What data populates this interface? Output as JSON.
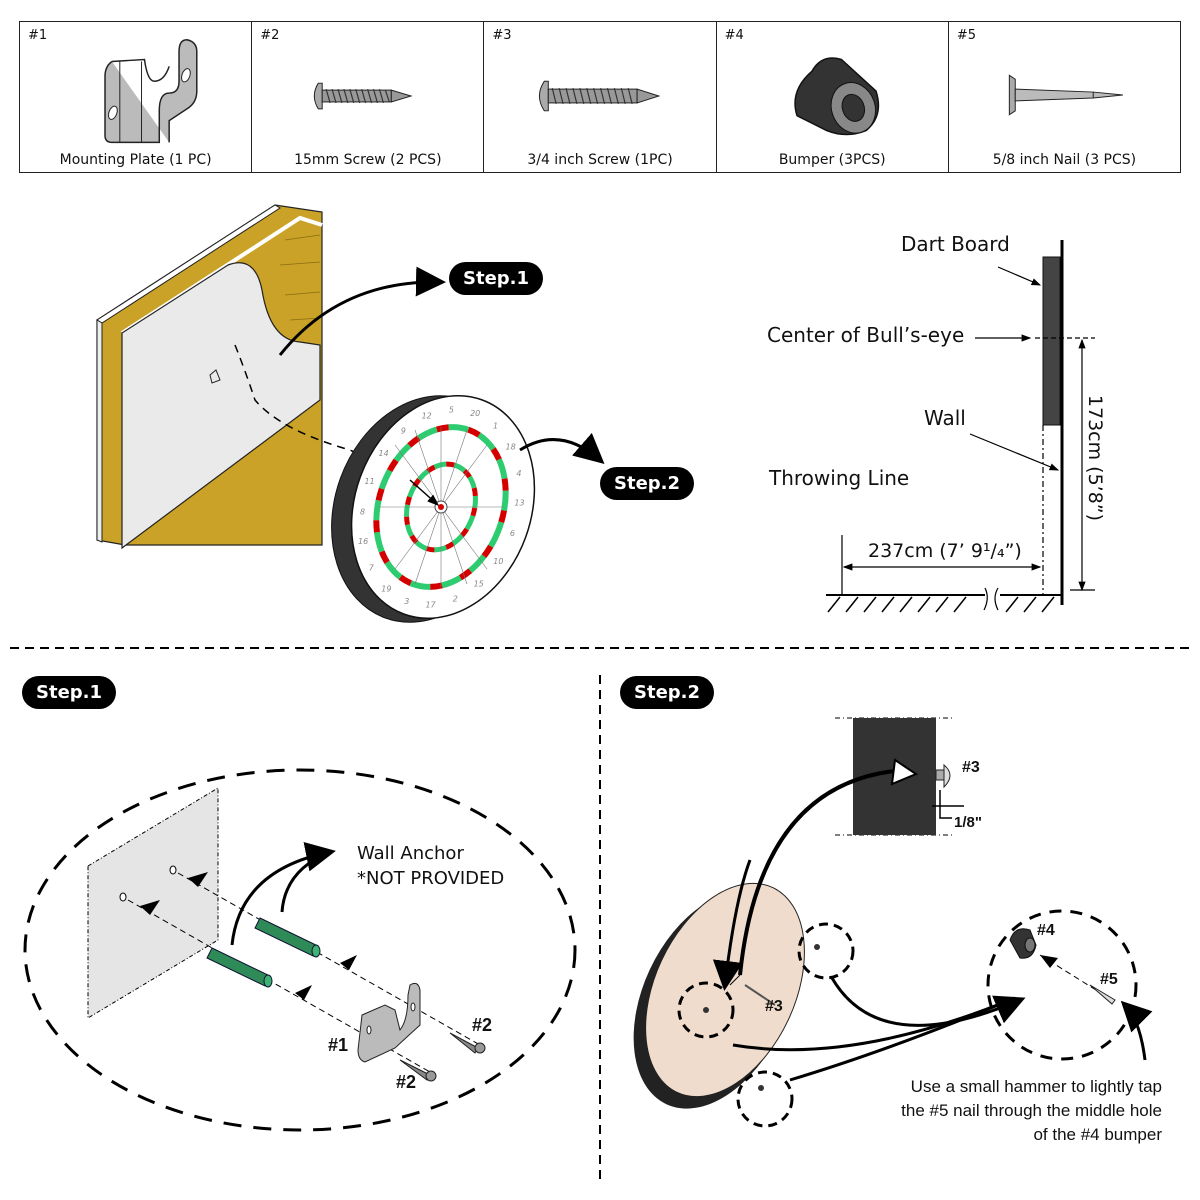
{
  "parts": [
    {
      "number": "#1",
      "label": "Mounting Plate (1 PC)",
      "icon": "mounting-plate"
    },
    {
      "number": "#2",
      "label": "15mm Screw (2 PCS)",
      "icon": "screw"
    },
    {
      "number": "#3",
      "label": "3/4 inch Screw (1PC)",
      "icon": "screw"
    },
    {
      "number": "#4",
      "label": "Bumper (3PCS)",
      "icon": "bumper"
    },
    {
      "number": "#5",
      "label": "5/8 inch Nail (3 PCS)",
      "icon": "nail"
    }
  ],
  "overview": {
    "step1_label": "Step.1",
    "step2_label": "Step.2",
    "dartboard_numbers": [
      "20",
      "1",
      "18",
      "4",
      "13",
      "6",
      "10",
      "15",
      "2",
      "17",
      "3",
      "19",
      "7",
      "16",
      "8",
      "11",
      "14",
      "9",
      "12",
      "5"
    ]
  },
  "dimensions": {
    "dart_board": "Dart Board",
    "center_bullseye": "Center of Bull’s-eye",
    "wall": "Wall",
    "throwing_line": "Throwing Line",
    "height": "173cm (5’8”)",
    "distance": "237cm (7’ 9¹/₄”)"
  },
  "step1": {
    "title": "Step.1",
    "wall_anchor": "Wall Anchor",
    "not_provided": "*NOT PROVIDED",
    "label_plate": "#1",
    "label_screw_a": "#2",
    "label_screw_b": "#2"
  },
  "step2": {
    "title": "Step.2",
    "label_screw": "#3",
    "gap": "1/8\"",
    "label_screw_board": "#3",
    "label_bumper": "#4",
    "label_nail": "#5",
    "instruction_line1": "Use a small hammer to lightly tap",
    "instruction_line2": "the #5 nail through the middle hole",
    "instruction_line3": "of the #4 bumper"
  }
}
